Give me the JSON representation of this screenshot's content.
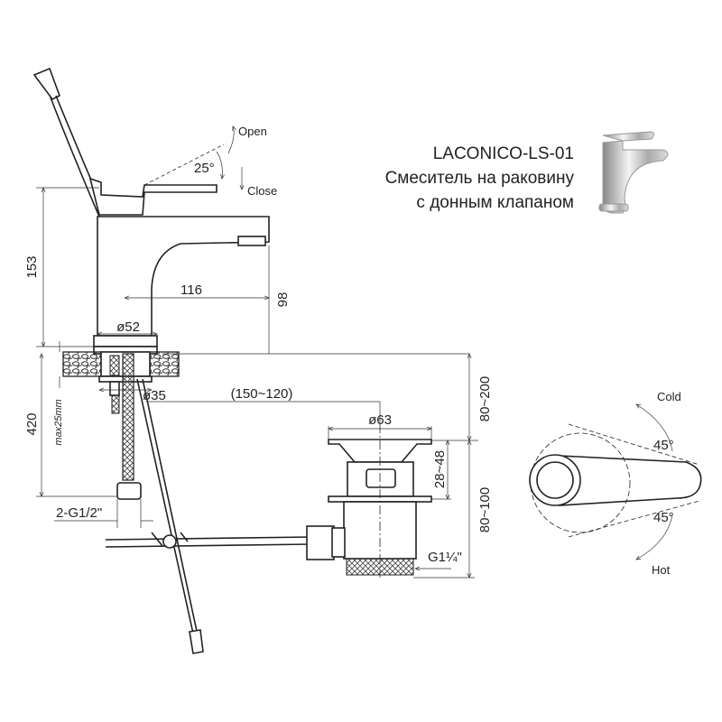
{
  "title": {
    "model": "LACONICO-LS-01",
    "line1": "Смеситель на раковину",
    "line2": "с донным клапаном"
  },
  "labels": {
    "open": "Open",
    "close": "Close",
    "angle_lever": "25°",
    "cold": "Cold",
    "hot": "Hot",
    "angle_cold": "45°",
    "angle_hot": "45°",
    "max_thickness": "max25mm"
  },
  "dimensions": {
    "height": "153",
    "reach": "116",
    "spout_height": "98",
    "base_diameter": "ø52",
    "shank_diameter": "ø35",
    "hose_length": "420",
    "connection": "2-G1/2\"",
    "rod_distance": "(150~120)",
    "drain_diameter": "ø63",
    "drain_range": "80~200",
    "drain_thickness": "28~48",
    "drain_body": "80~100",
    "drain_thread": "G1¼\""
  }
}
